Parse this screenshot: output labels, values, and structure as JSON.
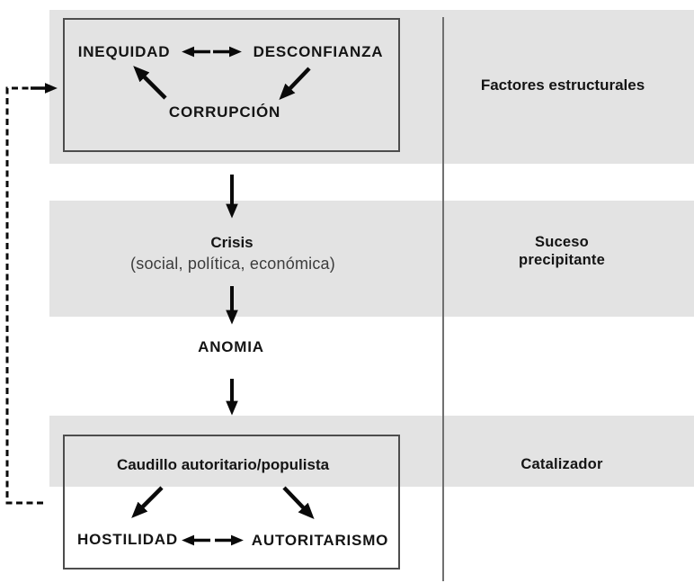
{
  "colors": {
    "background": "#ffffff",
    "stage_band": "#e3e3e3",
    "box_border": "#4d4d4d",
    "divider_line": "#707070",
    "text": "#141414",
    "subtitle_text": "#3c3c3c",
    "arrow": "#0a0a0a"
  },
  "structural": {
    "stage_label": "Factores estructurales",
    "inequidad": "INEQUIDAD",
    "desconfianza": "DESCONFIANZA",
    "corrupcion": "CORRUPCIÓN"
  },
  "precipitating": {
    "stage_label": "Suceso\nprecipitante",
    "crisis_title": "Crisis",
    "crisis_subtitle": "(social, política, económica)",
    "anomia": "ANOMIA"
  },
  "catalyst": {
    "stage_label": "Catalizador",
    "caudillo": "Caudillo autoritario/populista",
    "hostilidad": "HOSTILIDAD",
    "autoritarismo": "AUTORITARISMO"
  }
}
